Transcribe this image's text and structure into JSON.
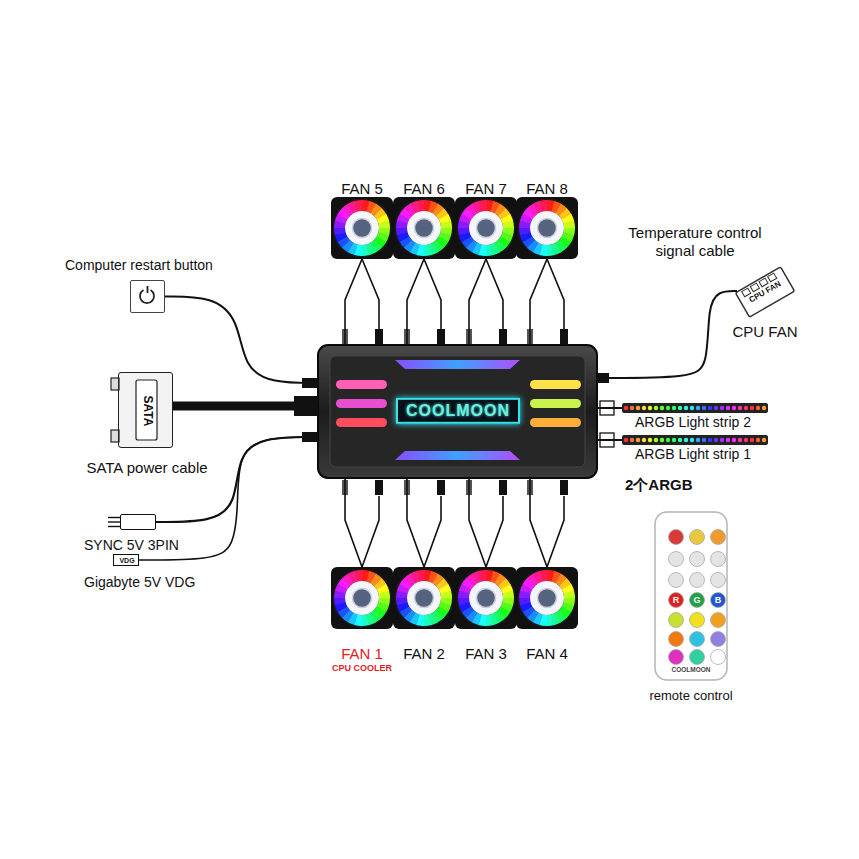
{
  "diagram": {
    "nodes": [
      {
        "text": [
          "FAN 5"
        ]
      },
      {
        "text": [
          "FAN 6"
        ]
      },
      {
        "text": [
          "FAN 7"
        ]
      },
      {
        "text": [
          "FAN 8"
        ]
      },
      {
        "text": [
          "Computer restart button"
        ]
      },
      {
        "text": [
          "CPU FAN",
          "CPU FAN"
        ]
      },
      {
        "text": [
          "COOLMOON"
        ]
      },
      {
        "text": [
          "SATA",
          "SATA power cable"
        ]
      },
      {
        "text": [
          "ARGB Light strip 2"
        ]
      },
      {
        "text": [
          "ARGB Light strip 1"
        ]
      },
      {
        "text": [
          "SYNC 5V 3PIN"
        ]
      },
      {
        "text": [
          "VDG",
          "Gigabyte 5V VDG"
        ]
      },
      {
        "text": [
          "FAN 1",
          "CPU COOLER"
        ]
      },
      {
        "text": [
          "FAN 2"
        ]
      },
      {
        "text": [
          "FAN 3"
        ]
      },
      {
        "text": [
          "FAN 4"
        ]
      },
      {
        "text": [
          "COOLMOON",
          "remote control"
        ]
      }
    ],
    "edges": [
      {
        "from": 0,
        "to": 6,
        "arrow": "none"
      },
      {
        "from": 1,
        "to": 6,
        "arrow": "none"
      },
      {
        "from": 2,
        "to": 6,
        "arrow": "none"
      },
      {
        "from": 3,
        "to": 6,
        "arrow": "none"
      },
      {
        "from": 4,
        "to": 6,
        "arrow": "none"
      },
      {
        "from": 6,
        "to": 5,
        "label": "Temperature control signal cable",
        "arrow": "none"
      },
      {
        "from": 7,
        "to": 6,
        "arrow": "none"
      },
      {
        "from": 6,
        "to": 8,
        "arrow": "none"
      },
      {
        "from": 6,
        "to": 9,
        "arrow": "none"
      },
      {
        "from": 10,
        "to": 6,
        "arrow": "none"
      },
      {
        "from": 11,
        "to": 6,
        "arrow": "none"
      },
      {
        "from": 12,
        "to": 6,
        "arrow": "none"
      },
      {
        "from": 13,
        "to": 6,
        "arrow": "none"
      },
      {
        "from": 14,
        "to": 6,
        "arrow": "none"
      },
      {
        "from": 15,
        "to": 6,
        "arrow": "none"
      }
    ],
    "labels": [
      "2个ARGB",
      "R",
      "G",
      "B"
    ]
  }
}
